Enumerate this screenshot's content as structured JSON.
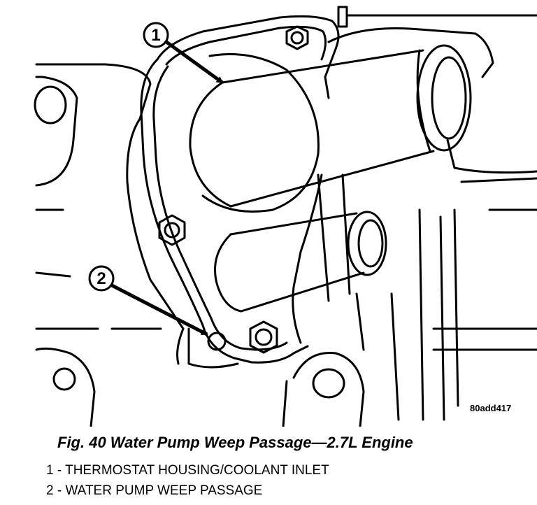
{
  "figure": {
    "callouts": [
      {
        "number": "1"
      },
      {
        "number": "2"
      }
    ],
    "reference_code": "80add417"
  },
  "caption": "Fig. 40 Water Pump Weep Passage—2.7L Engine",
  "legend": [
    {
      "text": "1 - THERMOSTAT HOUSING/COOLANT INLET"
    },
    {
      "text": "2 - WATER PUMP WEEP PASSAGE"
    }
  ]
}
